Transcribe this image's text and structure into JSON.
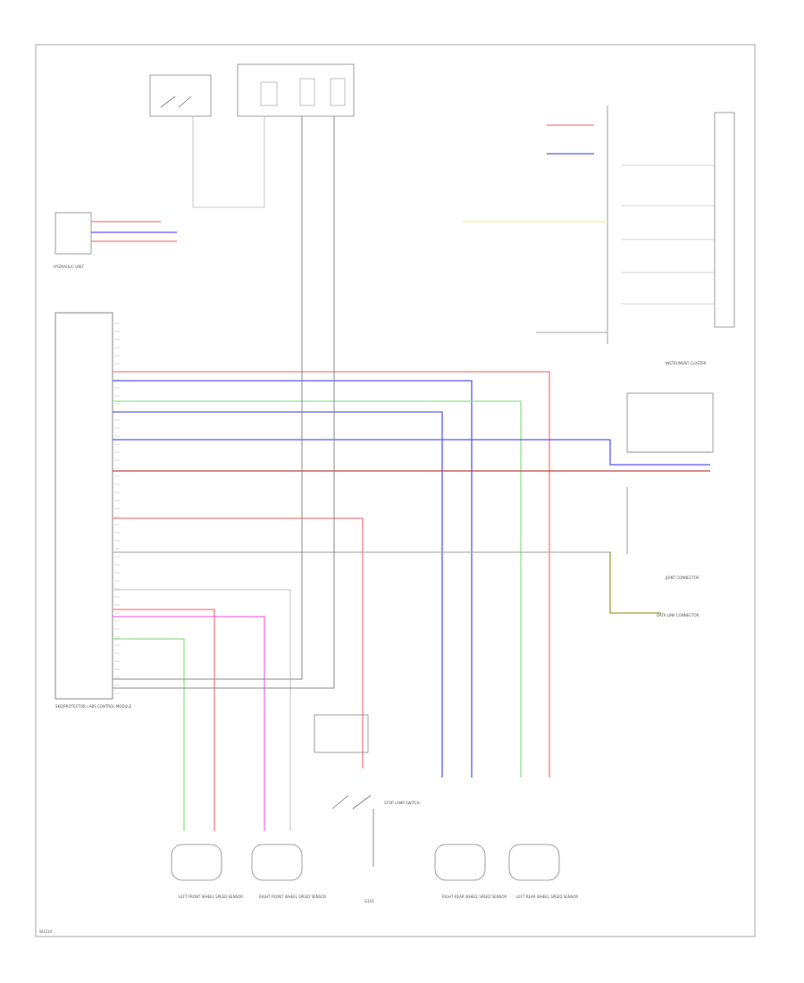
{
  "colors": {
    "red": "#f08080",
    "darkred": "#c04040",
    "blue": "#5a5af0",
    "green": "#90e090",
    "pink": "#f070f0",
    "yellow": "#f0f090",
    "olive": "#a8a840",
    "gray": "#b0b0b0",
    "black": "#333333"
  },
  "labels": {
    "abs_ecm": "SKIDPROTECTOR / ABS CONTROL MODULE",
    "hydraulic_unit": "HYDRAULIC UNIT",
    "instrument_cluster": "INSTRUMENT CLUSTER",
    "joint_connector": "JOINT CONNECTOR",
    "data_link": "DATA LINK CONNECTOR",
    "stop_lamp_switch": "STOP LAMP SWITCH",
    "ground": "G101",
    "lf_sensor": "LEFT FRONT WHEEL SPEED SENSOR",
    "rf_sensor": "RIGHT FRONT WHEEL SPEED SENSOR",
    "rr_sensor": "RIGHT REAR WHEEL SPEED SENSOR",
    "lr_sensor": "LEFT REAR WHEEL SPEED SENSOR",
    "diagram_id": "W1234"
  }
}
